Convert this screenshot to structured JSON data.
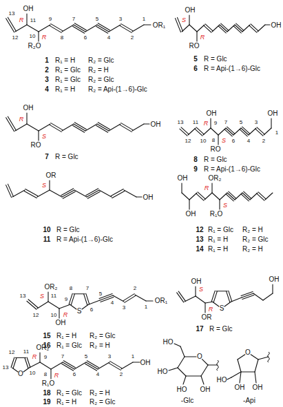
{
  "diagram": {
    "labels": [
      "13",
      "12",
      "R",
      "11",
      "OH",
      "R",
      "10",
      "R₂O",
      "9",
      "8",
      "7",
      "6",
      "5",
      "4",
      "3",
      "2",
      "1",
      "OR₁",
      "1",
      "R₁ = H",
      "R₂ = Glc",
      "2",
      "R₁ = Glc",
      "R₂ = H",
      "3",
      "R₁ = Glc",
      "R₂ = Glc",
      "4",
      "R₁ = H",
      "R₂ = Api-(1→6)-Glc",
      "S",
      "OH",
      "R",
      "RO",
      "OH",
      "5",
      "R = Glc",
      "6",
      "R = Api-(1→6)-Glc",
      "R",
      "OH",
      "S",
      "RO",
      "OH",
      "7",
      "R = Glc",
      "13",
      "12",
      "11",
      "10",
      "R",
      "OH",
      "9",
      "8",
      "S",
      "RO",
      "7",
      "6",
      "5",
      "4",
      "3",
      "2",
      "1",
      "OH",
      "8",
      "R = Glc",
      "9",
      "R = Api-(1→6)-Glc",
      "S",
      "OR",
      "OH",
      "10",
      "R = Glc",
      "11",
      "R = Api-(1→6)-Glc",
      "OH",
      "OH",
      "R",
      "OR₂",
      "R₁O",
      "S",
      "12",
      "R₁ = Glc",
      "R₂ = H",
      "13",
      "R₁ = H",
      "R₂ = Glc",
      "14",
      "R₁ = H",
      "R₂ = H",
      "13",
      "12",
      "S",
      "11",
      "OR₂",
      "10",
      "R",
      "OH",
      "9",
      "S",
      "8",
      "7",
      "6",
      "5",
      "4",
      "3",
      "2",
      "1",
      "OR₁",
      "15",
      "R₁ = H",
      "R₂ = Glc",
      "16",
      "R₁ = Glc",
      "R₂ = H",
      "OH",
      "S",
      "R",
      "OR",
      "S",
      "OH",
      "17",
      "R = Glc",
      "13",
      "12",
      "11",
      "R",
      "OR₂",
      "10",
      "O",
      "9",
      "8",
      "R",
      "R₁O",
      "7",
      "6",
      "5",
      "4",
      "3",
      "2",
      "1",
      "OH",
      "18",
      "R₁ = Glc",
      "R₂ = H",
      "19",
      "R₁ = H",
      "R₂ = Glc",
      "HO",
      "O",
      "HO",
      "HO",
      "OH",
      "-Glc",
      "O",
      "HO",
      "OH",
      "OH",
      "-Api"
    ]
  }
}
